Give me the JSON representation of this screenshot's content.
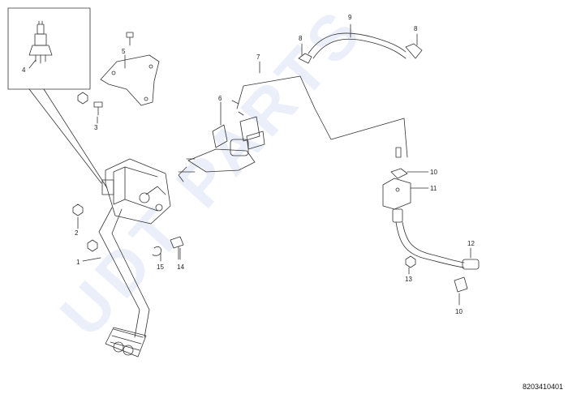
{
  "diagram_code": "8203410401",
  "watermark_text": "UDT PARTS",
  "callouts": [
    {
      "id": "c1",
      "label": "1"
    },
    {
      "id": "c2",
      "label": "2"
    },
    {
      "id": "c3",
      "label": "3"
    },
    {
      "id": "c4",
      "label": "4"
    },
    {
      "id": "c5",
      "label": "5"
    },
    {
      "id": "c6",
      "label": "6"
    },
    {
      "id": "c7",
      "label": "7"
    },
    {
      "id": "c8a",
      "label": "8"
    },
    {
      "id": "c8b",
      "label": "8"
    },
    {
      "id": "c9",
      "label": "9"
    },
    {
      "id": "c10a",
      "label": "10"
    },
    {
      "id": "c10b",
      "label": "10"
    },
    {
      "id": "c11",
      "label": "11"
    },
    {
      "id": "c12",
      "label": "12"
    },
    {
      "id": "c13",
      "label": "13"
    },
    {
      "id": "c14",
      "label": "14"
    },
    {
      "id": "c15",
      "label": "15"
    }
  ],
  "colors": {
    "line": "#333333",
    "watermark": "#c9d3f2"
  }
}
